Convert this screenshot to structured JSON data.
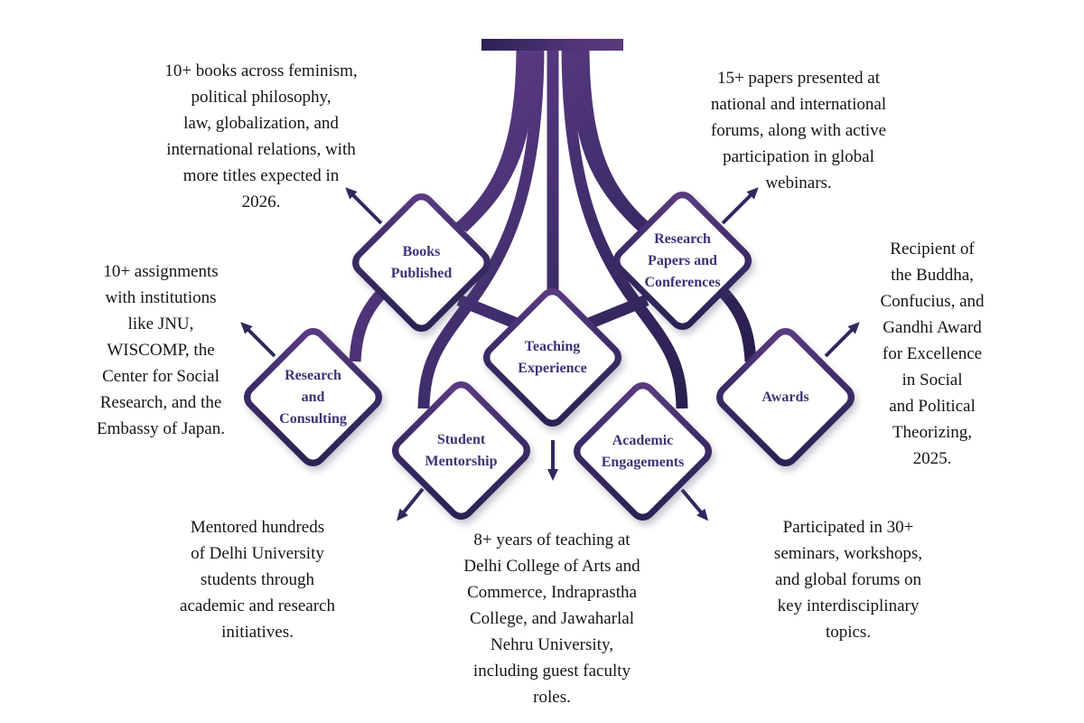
{
  "colors": {
    "background": "#ffffff",
    "ribbon_dark": "#221a45",
    "ribbon_purple": "#6a4190",
    "node_border_dark": "#2a2152",
    "node_border_purple": "#5f3d85",
    "node_label": "#3d3377",
    "note_text": "#151515",
    "arrow": "#2e2a5e"
  },
  "nodes": [
    {
      "id": "books-published",
      "label": "Books\nPublished",
      "note": "10+ books across feminism,\npolitical philosophy,\nlaw, globalization, and\ninternational relations, with\nmore titles expected in\n2026."
    },
    {
      "id": "research-papers-and-conferences",
      "label": "Research\nPapers and\nConferences",
      "note": "15+ papers presented at\nnational and international\nforums, along with active\nparticipation in global\nwebinars."
    },
    {
      "id": "teaching-experience",
      "label": "Teaching\nExperience",
      "note": "8+ years of teaching at\nDelhi College of Arts and\nCommerce, Indraprastha\nCollege, and Jawaharlal\nNehru University,\nincluding guest faculty\nroles."
    },
    {
      "id": "research-and-consulting",
      "label": "Research\nand\nConsulting",
      "note": "10+ assignments\nwith institutions\nlike JNU,\nWISCOMP, the\nCenter for Social\nResearch, and the\nEmbassy of Japan."
    },
    {
      "id": "awards",
      "label": "Awards",
      "note": "Recipient of\nthe Buddha,\nConfucius, and\nGandhi Award\nfor Excellence\nin Social\nand Political\nTheorizing,\n2025."
    },
    {
      "id": "student-mentorship",
      "label": "Student\nMentorship",
      "note": "Mentored hundreds\nof Delhi University\nstudents through\nacademic and research\ninitiatives."
    },
    {
      "id": "academic-engagements",
      "label": "Academic\nEngagements",
      "note": "Participated in 30+\nseminars, workshops,\nand global forums on\nkey interdisciplinary\ntopics."
    }
  ]
}
